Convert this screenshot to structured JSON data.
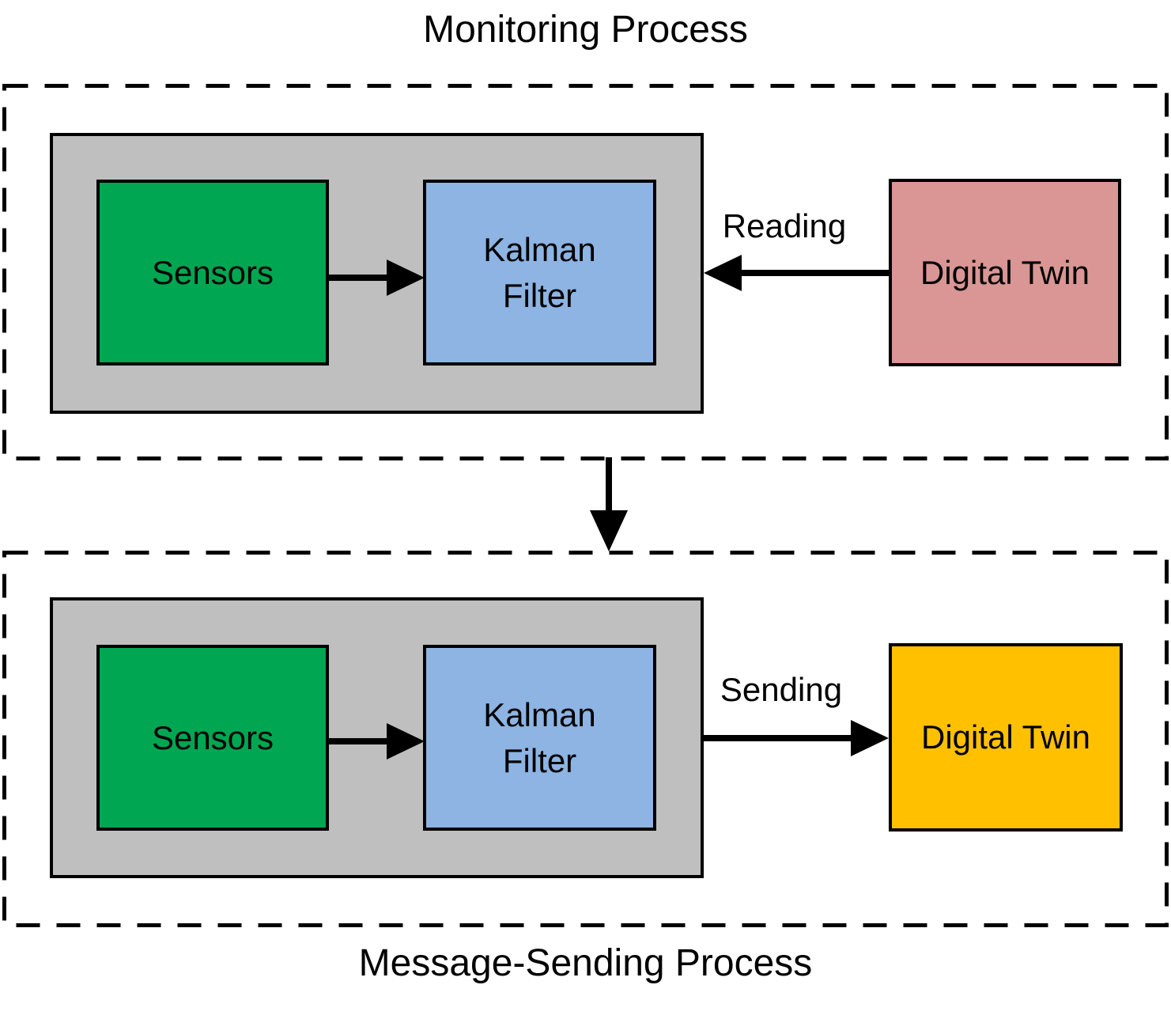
{
  "colors": {
    "background": "#FFFFFF",
    "gray": "#BFBFBF",
    "green": "#00A651",
    "blue": "#8DB4E2",
    "pink": "#D99694",
    "yellow": "#FFC000",
    "line": "#000000"
  },
  "monitoring_process": {
    "title": "Monitoring Process",
    "sensors_label": "Sensors",
    "kalman_label": "Kalman\nFilter",
    "digital_twin_label": "Digital Twin",
    "arrow_label": "Reading"
  },
  "message_sending_process": {
    "title": "Message-Sending Process",
    "sensors_label": "Sensors",
    "kalman_label": "Kalman\nFilter",
    "digital_twin_label": "Digital Twin",
    "arrow_label": "Sending"
  }
}
